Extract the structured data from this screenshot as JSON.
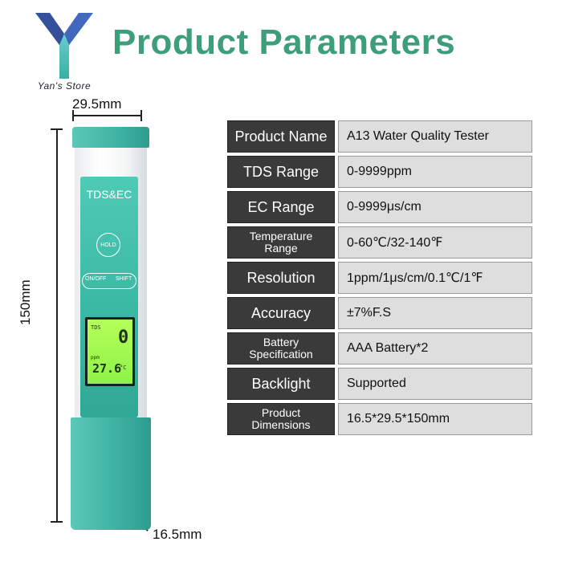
{
  "brand": {
    "store_name": "Yan's Store",
    "logo_icon": "y-letter-logo-icon",
    "colors": {
      "title_green": "#3d9e7a",
      "teal": "#3fb3a3",
      "logo_dark": "#2a3a8f"
    }
  },
  "title": "Product Parameters",
  "dimensions": {
    "width": "29.5mm",
    "height": "150mm",
    "depth": "16.5mm"
  },
  "device": {
    "panel_label": "TDS&EC",
    "hold_button": "HOLD",
    "onoff_button": "ON/OFF",
    "shift_button": "SHIFT",
    "lcd": {
      "mode": "TDS",
      "value": "0",
      "unit": "ppm",
      "temperature": "27.6",
      "temp_unit": "°C"
    }
  },
  "parameters": [
    {
      "label": "Product Name",
      "value": "A13 Water Quality Tester"
    },
    {
      "label": "TDS Range",
      "value": "0-9999ppm"
    },
    {
      "label": "EC Range",
      "value": "0-9999μs/cm"
    },
    {
      "label": "Temperature Range",
      "value": "0-60℃/32-140℉"
    },
    {
      "label": "Resolution",
      "value": "1ppm/1μs/cm/0.1℃/1℉"
    },
    {
      "label": "Accuracy",
      "value": "±7%F.S"
    },
    {
      "label": "Battery Specification",
      "value": "AAA Battery*2"
    },
    {
      "label": "Backlight",
      "value": "Supported"
    },
    {
      "label": "Product Dimensions",
      "value": "16.5*29.5*150mm"
    }
  ]
}
